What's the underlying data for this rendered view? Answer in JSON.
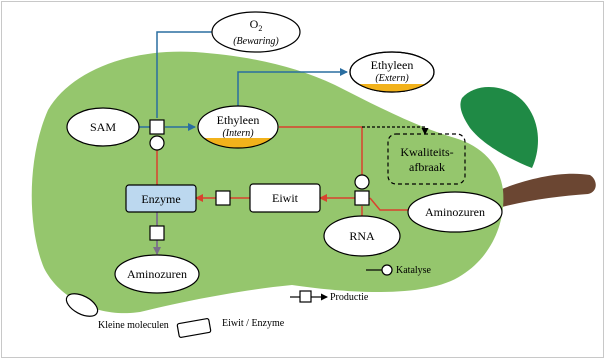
{
  "nodes": {
    "o2": {
      "main": "O",
      "sub": "2",
      "note": "(Bewaring)"
    },
    "ethylene_extern": {
      "label": "Ethyleen",
      "note": "(Extern)"
    },
    "sam": {
      "label": "SAM"
    },
    "ethylene_intern": {
      "label": "Ethyleen",
      "note": "(Intern)"
    },
    "quality": {
      "line1": "Kwaliteits-",
      "line2": "afbraak"
    },
    "enzyme": {
      "label": "Enzyme"
    },
    "eiwit": {
      "label": "Eiwit"
    },
    "amino_right": {
      "label": "Aminozuren"
    },
    "rna": {
      "label": "RNA"
    },
    "amino_bottom": {
      "label": "Aminozuren"
    }
  },
  "legend": {
    "katalyse": "Katalyse",
    "productie": "Productie",
    "kleine_moleculen": "Kleine moleculen",
    "eiwit_enzyme": "Eiwit / Enzyme"
  },
  "colors": {
    "pear": "#95c66d",
    "leaf": "#1f8a45",
    "stem": "#6b4632",
    "enzyme_fill": "#bcd8ef",
    "arrow_blue": "#2a6ea0",
    "arrow_red": "#d9412e",
    "ethylene_accent": "#f2b21b"
  }
}
